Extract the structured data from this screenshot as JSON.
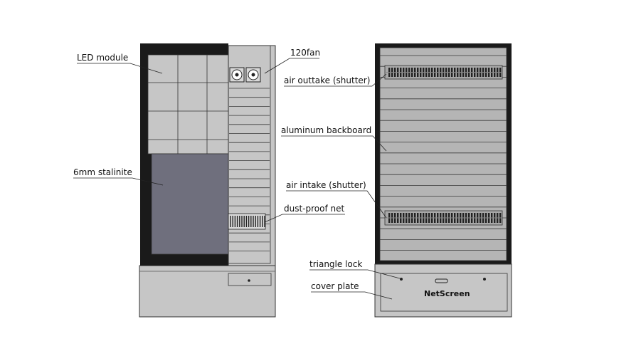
{
  "front_view": {
    "labels": {
      "led_module": "LED module",
      "stalinite": "6mm stalinite",
      "fan": "120fan",
      "dust_net": "dust-proof net"
    }
  },
  "back_view": {
    "labels": {
      "air_outtake": "air outtake (shutter)",
      "backboard": "aluminum backboard",
      "air_intake": "air intake (shutter)",
      "triangle_lock": "triangle lock",
      "cover_plate": "cover plate"
    },
    "brand": "NetScreen"
  },
  "colors": {
    "frame": "#1a1a1a",
    "panel": "#c6c6c6",
    "glass": "#6f6f7d",
    "backboard": "#b5b5b5",
    "slat_line": "#3a3a3a",
    "outline": "#333333"
  }
}
